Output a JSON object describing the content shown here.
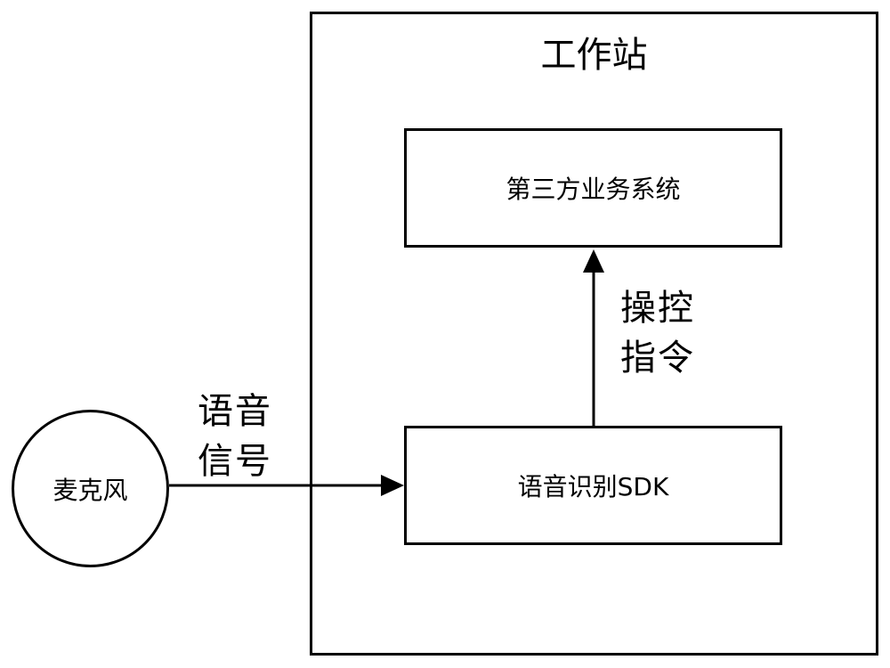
{
  "workstation": {
    "title": "工作站"
  },
  "third_party_system": {
    "label": "第三方业务系统"
  },
  "speech_sdk": {
    "label": "语音识别SDK"
  },
  "microphone": {
    "label": "麦克风"
  },
  "voice_signal": {
    "line1": "语音",
    "line2": "信号"
  },
  "control_command": {
    "line1": "操控",
    "line2": "指令"
  }
}
